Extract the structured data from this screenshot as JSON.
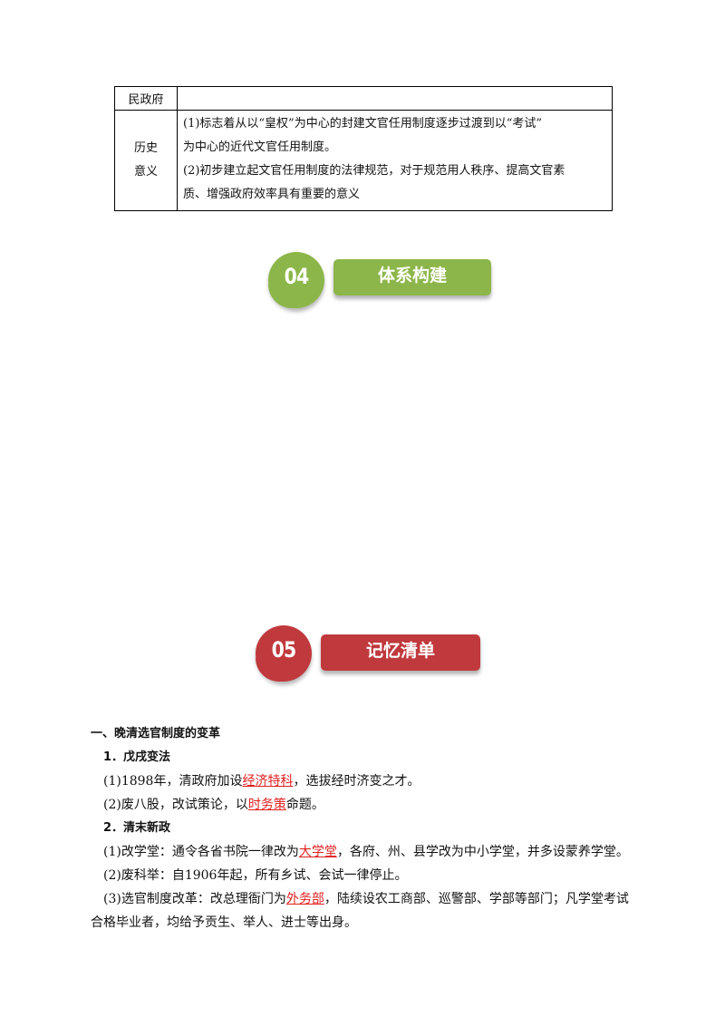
{
  "table": {
    "row1_label": "民政府",
    "row1_content": "",
    "row2_label_line1": "历史",
    "row2_label_line2": "意义",
    "row2_line1": "(1)标志着从以“皇权”为中心的封建文官任用制度逐步过渡到以“考试”",
    "row2_line2": "为中心的近代文官任用制度。",
    "row2_line3": "(2)初步建立起文官任用制度的法律规范，对于规范用人秩序、提高文官素",
    "row2_line4": "质、增强政府效率具有重要的意义"
  },
  "section4": {
    "number": "04",
    "title": "体系构建",
    "color": "#8cb64a"
  },
  "section5": {
    "number": "05",
    "title": "记忆清单",
    "color": "#c0393d"
  },
  "notes": {
    "heading": "一、晚清选官制度的变革",
    "sub1": "1．戊戌变法",
    "i1_pre": "(1)1898年，清政府加设",
    "i1_hl": "经济特科",
    "i1_post": "，选拔经时济变之才。",
    "i2_pre": "(2)废八股，改试策论，以",
    "i2_hl": "时务策",
    "i2_post": "命题。",
    "sub2": "2．清末新政",
    "i3_pre": "(1)改学堂：通令各省书院一律改为",
    "i3_hl": "大学堂",
    "i3_post": "，各府、州、县学改为中小学堂，并多设蒙养学堂。",
    "i4": "(2)废科举：自1906年起，所有乡试、会试一律停止。",
    "i5_pre": "(3)选官制度改革：改总理衙门为",
    "i5_hl": "外务部",
    "i5_post": "，陆续设农工商部、巡警部、学部等部门；凡学堂考试合格毕业者，均给予贡生、举人、进士等出身。",
    "highlight_color": "#e02020"
  }
}
